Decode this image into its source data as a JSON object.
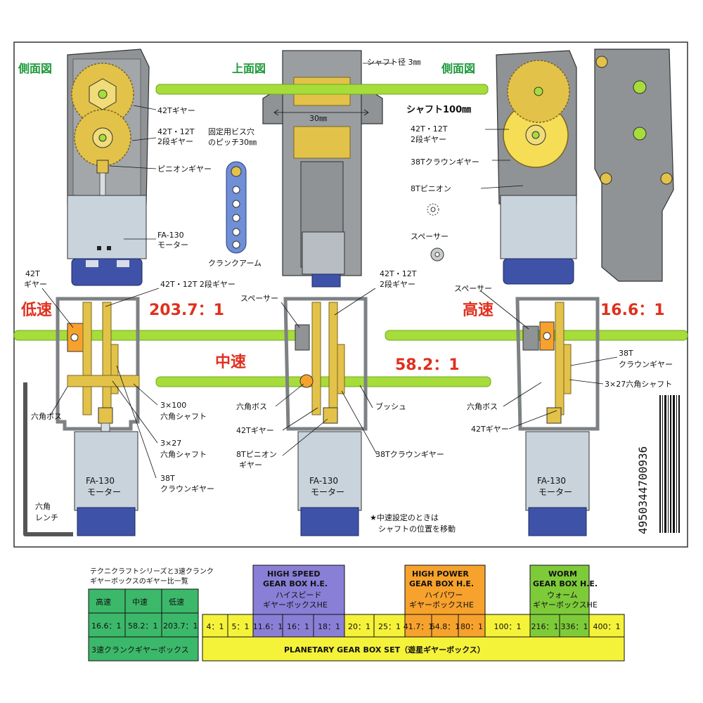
{
  "colors": {
    "frame_gray": "#8f9396",
    "frame_dark": "#6d7073",
    "gear_gold": "#e3c24a",
    "gear_light": "#f1dc7a",
    "shaft_green": "#a6dd3a",
    "shaft_dark": "#6fa81d",
    "motor_silver": "#c9d3dc",
    "motor_blue": "#3e53a8",
    "label_red": "#e0301e",
    "view_green": "#1e9a3c",
    "table_green": "#3cb86a",
    "table_yellow": "#f5f23a",
    "table_purple": "#8a7fd6",
    "table_orange": "#f7a22d",
    "table_lime": "#7ecb3a"
  },
  "views": {
    "side_left": "側面図",
    "top": "上面図",
    "side_right": "側面図"
  },
  "top_labels": {
    "gear_42t": "42Tギヤー",
    "gear_42t_12t_line1": "42T・12T",
    "gear_42t_12t_line2": "2段ギヤー",
    "pinion": "ピニオンギヤー",
    "motor_line1": "FA-130",
    "motor_line2": "モーター",
    "hole_line1": "固定用ビス穴",
    "hole_line2": "のピッチ30㎜",
    "crank_arm": "クランクアーム",
    "dim_30": "30㎜",
    "shaft_dia": "シャフト径 3㎜",
    "shaft_100": "シャフト100㎜",
    "right_42t_12t_line1": "42T・12T",
    "right_42t_12t_line2": "2段ギヤー",
    "crown_38t": "38Tクラウンギヤー",
    "pinion_8t": "8Tピニオン",
    "spacer": "スペーサー"
  },
  "speeds": {
    "low": {
      "label": "低速",
      "ratio": "203.7：1"
    },
    "mid": {
      "label": "中速",
      "ratio": "58.2：1"
    },
    "high": {
      "label": "高速",
      "ratio": "16.6：1"
    }
  },
  "bottom_labels": {
    "gear42_line1": "42T",
    "gear42_line2": "ギヤー",
    "two_stage_gear": "42T・12T 2段ギヤー",
    "hex_boss": "六角ボス",
    "shaft_3x100_line1": "3×100",
    "shaft_3x100_line2": "六角シャフト",
    "shaft_3x27_line1": "3×27",
    "shaft_3x27_line2": "六角シャフト",
    "crown38_line1": "38T",
    "crown38_line2": "クラウンギヤー",
    "motor_line1": "FA-130",
    "motor_line2": "モーター",
    "wrench_line1": "六角",
    "wrench_line2": "レンチ",
    "mid_spacer": "スペーサー",
    "mid_gear_line1": "42T・12T",
    "mid_gear_line2": "2段ギヤー",
    "mid_hex_boss": "六角ボス",
    "mid_42t": "42Tギヤー",
    "mid_pinion_line1": "8Tピニオン",
    "mid_pinion_line2": "ギヤー",
    "bushing": "ブッシュ",
    "mid_crown": "38Tクラウンギヤー",
    "note_line1": "★中速設定のときは",
    "note_line2": "シャフトの位置を移動",
    "high_spacer": "スペーサー",
    "high_crown_line1": "38T",
    "high_crown_line2": "クラウンギヤー",
    "high_shaft": "3×27六角シャフト",
    "high_hex_boss": "六角ボス",
    "high_42t": "42Tギヤー"
  },
  "barcode": {
    "digits": "4950344700936"
  },
  "table": {
    "title_line1": "テクニクラフトシリーズと3速クランク",
    "title_line2": "ギヤーボックスのギヤー比一覧",
    "crank": {
      "headers": [
        "高速",
        "中速",
        "低速"
      ],
      "values": [
        "16.6：1",
        "58.2：1",
        "203.7：1"
      ],
      "footer": "3速クランクギヤーボックス"
    },
    "high_speed_box": {
      "line1": "HIGH SPEED",
      "line2": "GEAR BOX H.E.",
      "line3": "ハイスピード",
      "line4": "ギヤーボックスHE"
    },
    "high_power_box": {
      "line1": "HIGH POWER",
      "line2": "GEAR BOX H.E.",
      "line3": "ハイパワー",
      "line4": "ギヤーボックスHE"
    },
    "worm_box": {
      "line1": "WORM",
      "line2": "GEAR BOX H.E.",
      "line3": "ウォーム",
      "line4": "ギヤーボックスHE"
    },
    "ratios": [
      "4：1",
      "5：1",
      "11.6：1",
      "16：1",
      "18：1",
      "20：1",
      "25：1",
      "41.7：1",
      "64.8：1",
      "80：1",
      "100：1",
      "216：1",
      "336：1",
      "400：1"
    ],
    "planetary": "PLANETARY GEAR BOX SET（遊星ギヤーボックス）"
  }
}
